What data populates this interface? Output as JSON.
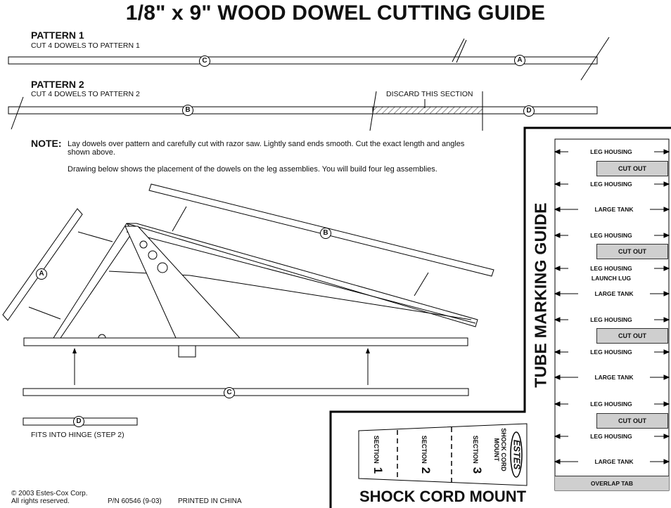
{
  "title": "1/8\" x 9\" WOOD DOWEL CUTTING GUIDE",
  "pattern1": {
    "heading": "PATTERN 1",
    "instruction": "CUT 4 DOWELS TO PATTERN 1",
    "markers": [
      "C",
      "A"
    ]
  },
  "pattern2": {
    "heading": "PATTERN 2",
    "instruction": "CUT 4 DOWELS TO PATTERN 2",
    "discard_label": "DISCARD THIS SECTION",
    "markers": [
      "B",
      "D"
    ]
  },
  "note": {
    "label": "NOTE:",
    "line1": "Lay dowels over pattern and carefully cut with razor saw. Lightly sand ends smooth. Cut the exact length and angles",
    "line2": "shown above.",
    "line3": "Drawing below shows the placement of the dowels on the leg assemblies. You will build four leg assemblies."
  },
  "assembly": {
    "labels": {
      "a": "A",
      "b": "B",
      "c": "C",
      "d": "D"
    },
    "hinge_note": "FITS INTO HINGE (STEP 2)"
  },
  "tube_guide": {
    "title": "TUBE MARKING GUIDE",
    "leg_housing": "LEG HOUSING",
    "cut_out": "CUT OUT",
    "large_tank": "LARGE TANK",
    "launch_lug": "LAUNCH LUG",
    "overlap_tab": "OVERLAP TAB"
  },
  "shock_cord": {
    "title": "SHOCK CORD MOUNT",
    "section_word": "SECTION",
    "section_numbers": [
      "1",
      "2",
      "3"
    ],
    "mount_line1": "SHOCK CORD",
    "mount_line2": "MOUNT",
    "logo": "ESTES"
  },
  "footer": {
    "copyright": "© 2003 Estes-Cox Corp.",
    "rights": "All rights reserved.",
    "part_number": "P/N 60546  (9-03)",
    "printed": "PRINTED IN CHINA"
  }
}
